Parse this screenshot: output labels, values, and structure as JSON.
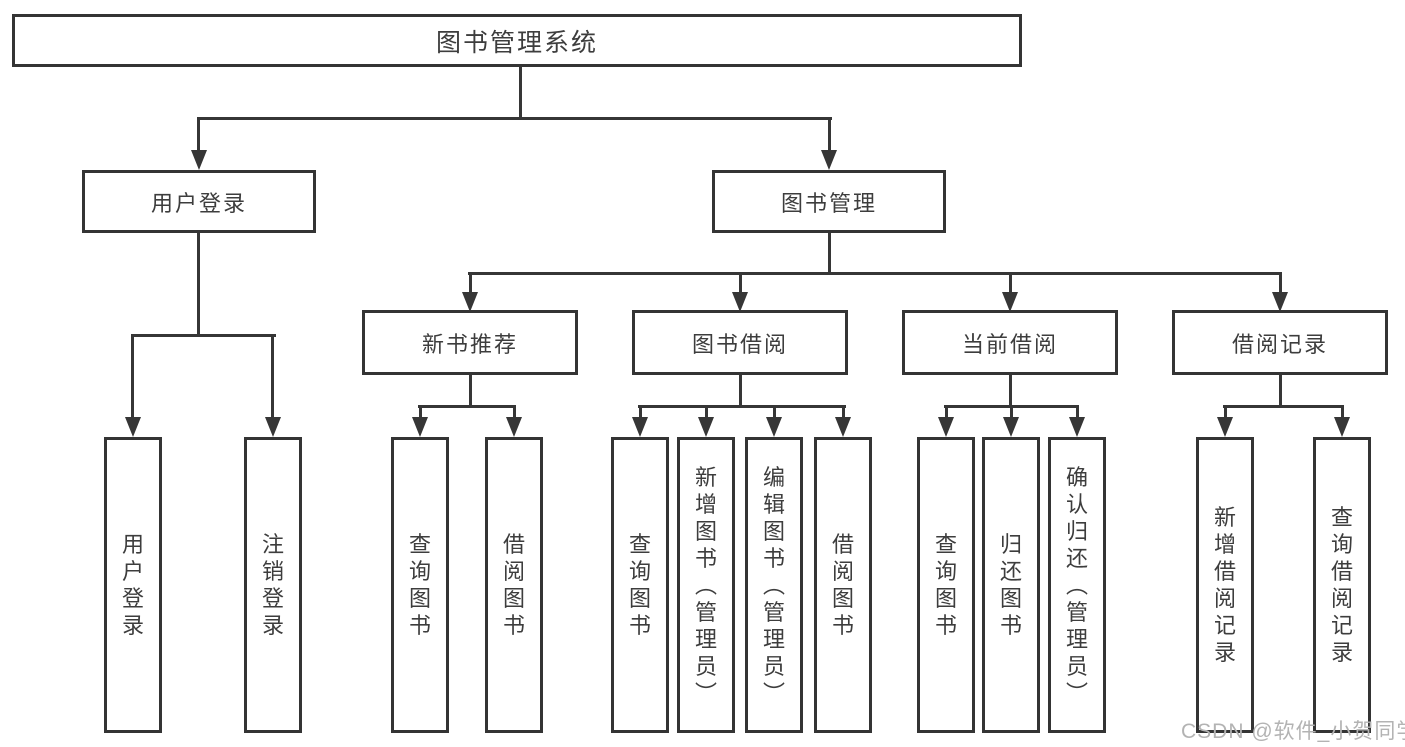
{
  "diagram_type": "hierarchy-tree",
  "colors": {
    "line": "#363636",
    "box_border": "#343434",
    "box_background": "#ffffff",
    "text": "#3d3d3d",
    "watermark_text": "#b3b3b3",
    "page_background": "#ffffff"
  },
  "tree": {
    "root": {
      "label": "图书管理系统"
    },
    "level2": [
      {
        "label": "用户登录"
      },
      {
        "label": "图书管理"
      }
    ],
    "level3": [
      {
        "label": "新书推荐"
      },
      {
        "label": "图书借阅"
      },
      {
        "label": "当前借阅"
      },
      {
        "label": "借阅记录"
      }
    ],
    "leaves": {
      "user_login": [
        {
          "label": "用户登录"
        },
        {
          "label": "注销登录"
        }
      ],
      "new_book": [
        {
          "label": "查询图书"
        },
        {
          "label": "借阅图书"
        }
      ],
      "book_borrow": [
        {
          "label": "查询图书"
        },
        {
          "label": "新增图书（管理员）"
        },
        {
          "label": "编辑图书（管理员）"
        },
        {
          "label": "借阅图书"
        }
      ],
      "current_borrow": [
        {
          "label": "查询图书"
        },
        {
          "label": "归还图书"
        },
        {
          "label": "确认归还（管理员）"
        }
      ],
      "borrow_record": [
        {
          "label": "新增借阅记录"
        },
        {
          "label": "查询借阅记录"
        }
      ]
    }
  },
  "watermark": {
    "text": "CSDN @软件_小贺同学"
  }
}
